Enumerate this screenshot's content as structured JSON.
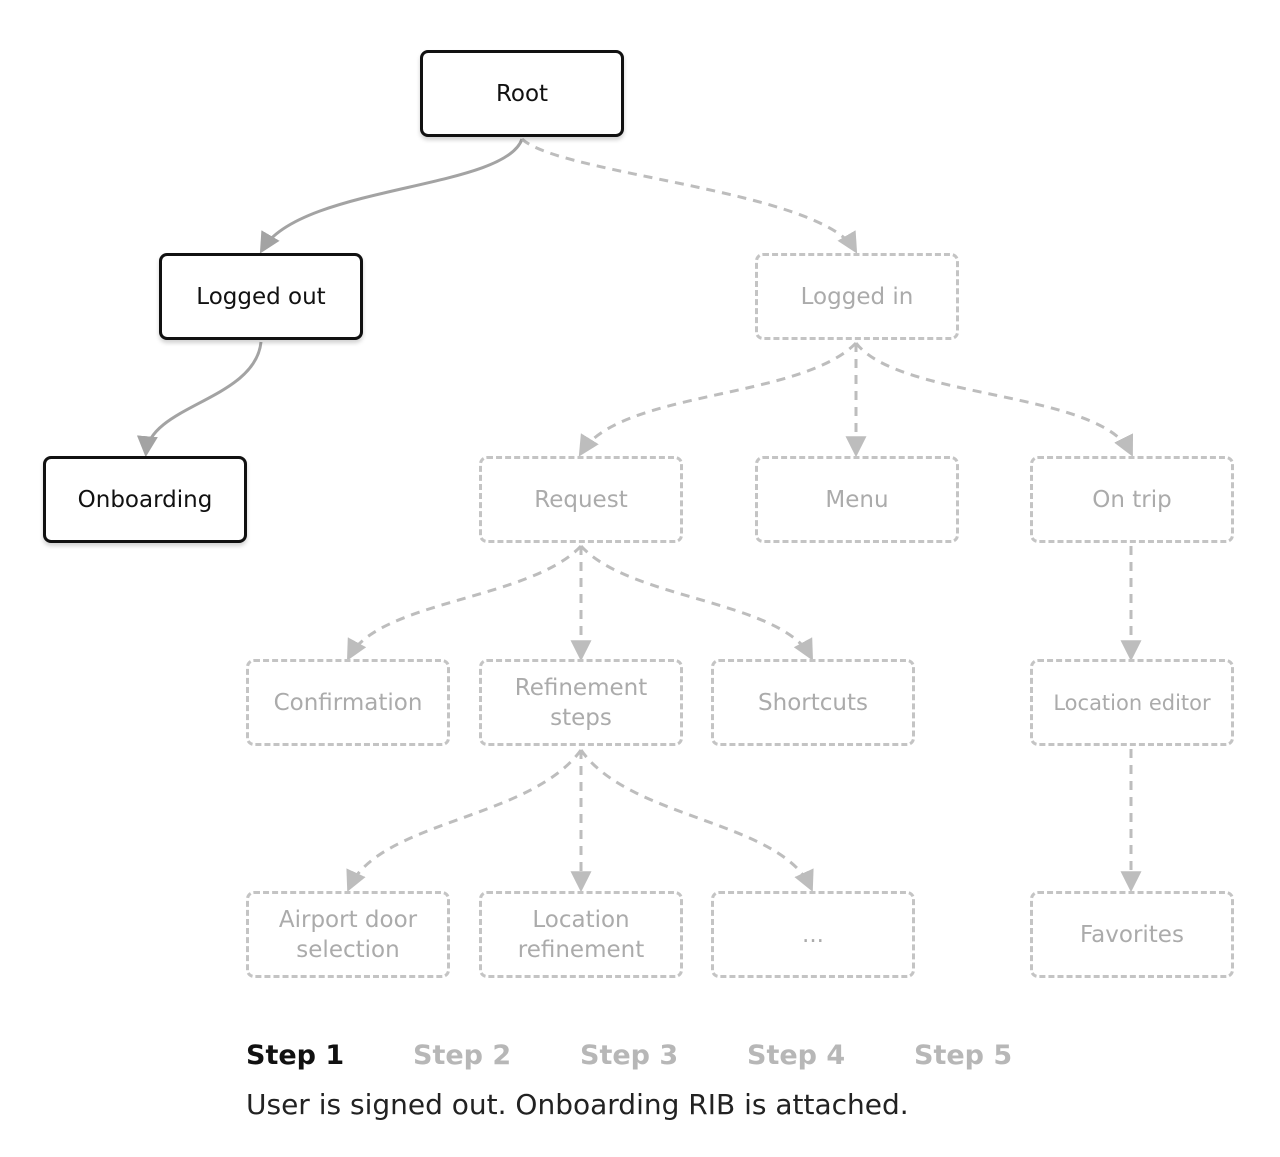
{
  "nodes": {
    "root": "Root",
    "logged_out": "Logged out",
    "onboarding": "Onboarding",
    "logged_in": "Logged in",
    "request": "Request",
    "menu": "Menu",
    "on_trip": "On trip",
    "confirmation": "Confirmation",
    "refinement_steps": "Refinement steps",
    "shortcuts": "Shortcuts",
    "location_editor": "Location editor",
    "airport_door_selection": "Airport door selection",
    "location_refinement": "Location refinement",
    "more": "...",
    "favorites": "Favorites"
  },
  "steps": [
    "Step 1",
    "Step 2",
    "Step 3",
    "Step 4",
    "Step 5"
  ],
  "current_step": "Step 1",
  "caption": "User is signed out. Onboarding RIB is attached.",
  "colors": {
    "active": "#111111",
    "inactive_border": "#c4c4c4",
    "inactive_text": "#ababab",
    "edge_active": "#a3a3a3",
    "edge_inactive": "#bdbdbd"
  }
}
